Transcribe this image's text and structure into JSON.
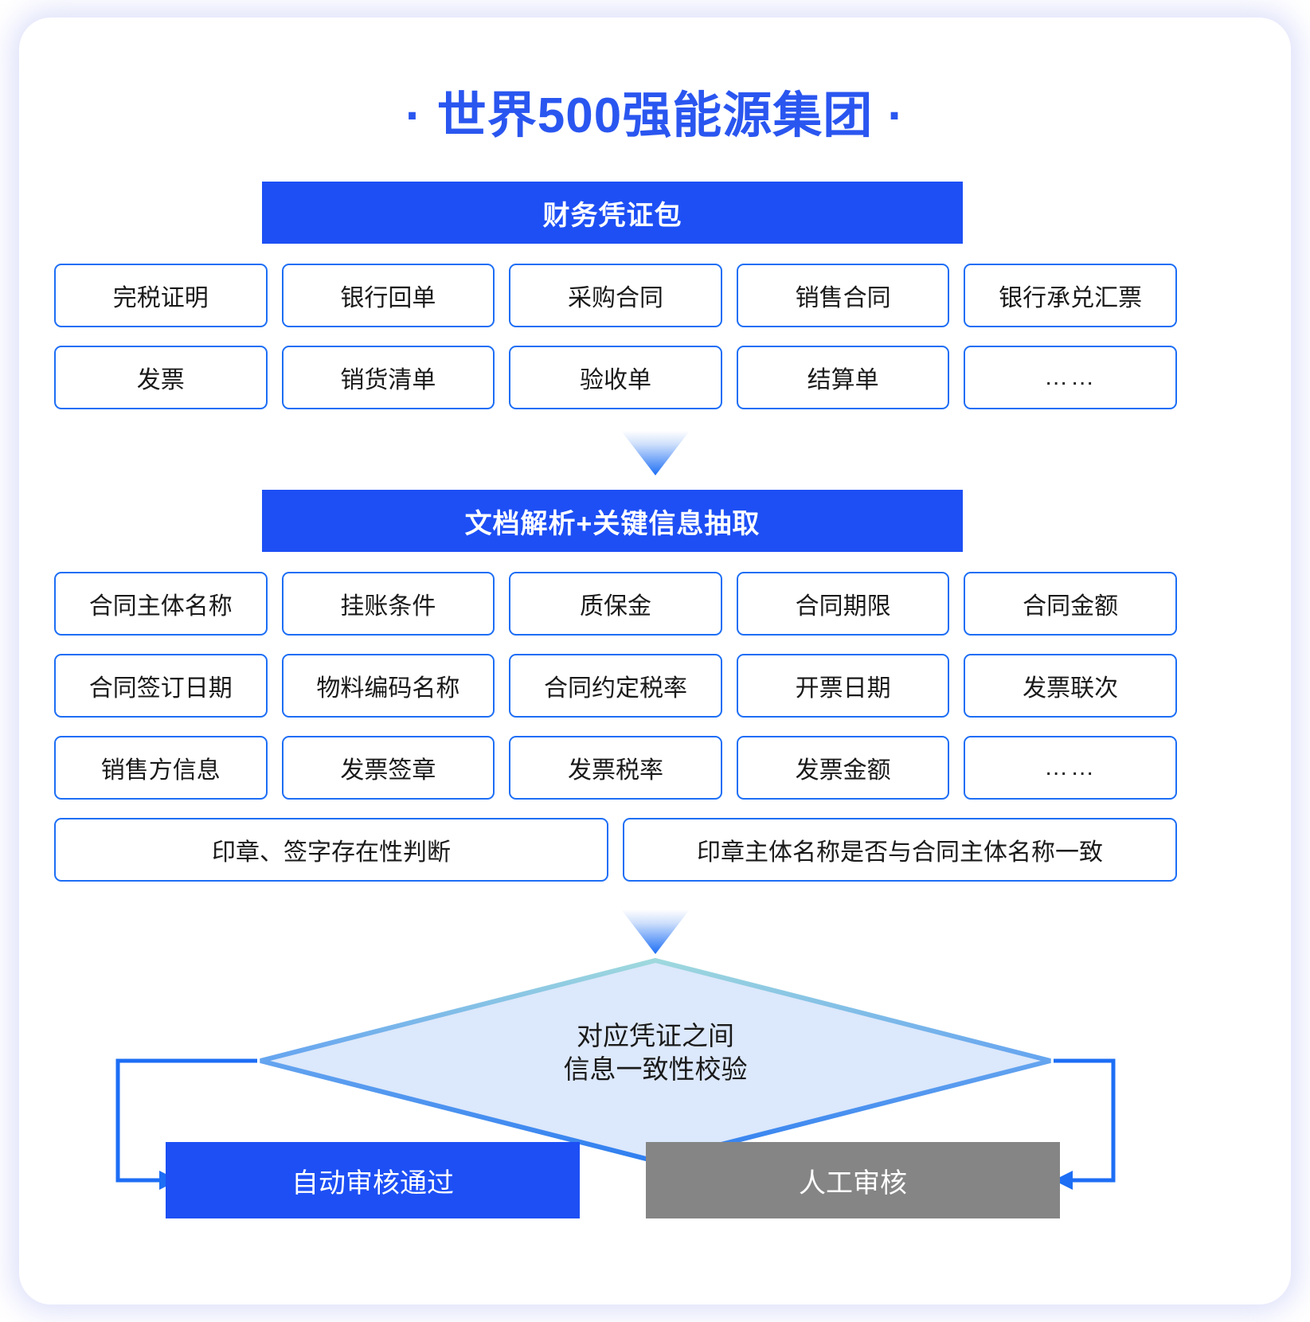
{
  "title": "· 世界500强能源集团 ·",
  "sections": {
    "doc_package": {
      "header": "财务凭证包",
      "rows": [
        [
          "完税证明",
          "银行回单",
          "采购合同",
          "销售合同",
          "银行承兑汇票"
        ],
        [
          "发票",
          "销货清单",
          "验收单",
          "结算单",
          "……"
        ]
      ]
    },
    "extraction": {
      "header": "文档解析+关键信息抽取",
      "rows": [
        [
          "合同主体名称",
          "挂账条件",
          "质保金",
          "合同期限",
          "合同金额"
        ],
        [
          "合同签订日期",
          "物料编码名称",
          "合同约定税率",
          "开票日期",
          "发票联次"
        ],
        [
          "销售方信息",
          "发票签章",
          "发票税率",
          "发票金额",
          "……"
        ]
      ],
      "wide_rows": [
        "印章、签字存在性判断",
        "印章主体名称是否与合同主体名称一致"
      ]
    },
    "decision": {
      "line1": "对应凭证之间",
      "line2": "信息一致性校验"
    },
    "results": {
      "auto": "自动审核通过",
      "manual": "人工审核"
    }
  },
  "colors": {
    "primary_blue": "#1d4ff5",
    "outline_blue": "#1d6ef5",
    "title_blue": "#2a56f0",
    "diamond_fill": "#dce8fb",
    "gray": "#858585",
    "text": "#1a1a1a"
  }
}
